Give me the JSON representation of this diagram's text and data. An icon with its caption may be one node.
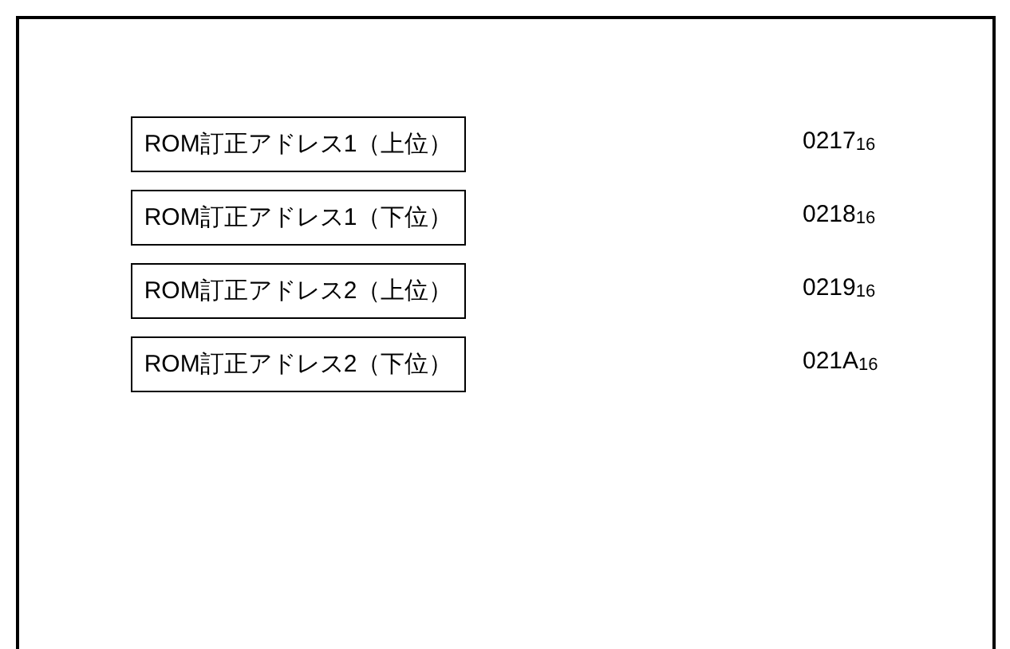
{
  "diagram": {
    "nodes": [
      {
        "text": [],
        "shape": "box"
      },
      {
        "text": [
          "ROM訂正アドレス1（上位）"
        ],
        "in": 0
      },
      {
        "text": [
          "ROM訂正アドレス1（下位）"
        ],
        "in": 0
      },
      {
        "text": [
          "ROM訂正アドレス2（上位）"
        ],
        "in": 0
      },
      {
        "text": [
          "ROM訂正アドレス2（下位）"
        ],
        "in": 0
      }
    ],
    "labels": [
      "0217$_{16}$",
      "0218$_{16}$",
      "0219$_{16}$",
      "021A$_{16}$"
    ]
  }
}
